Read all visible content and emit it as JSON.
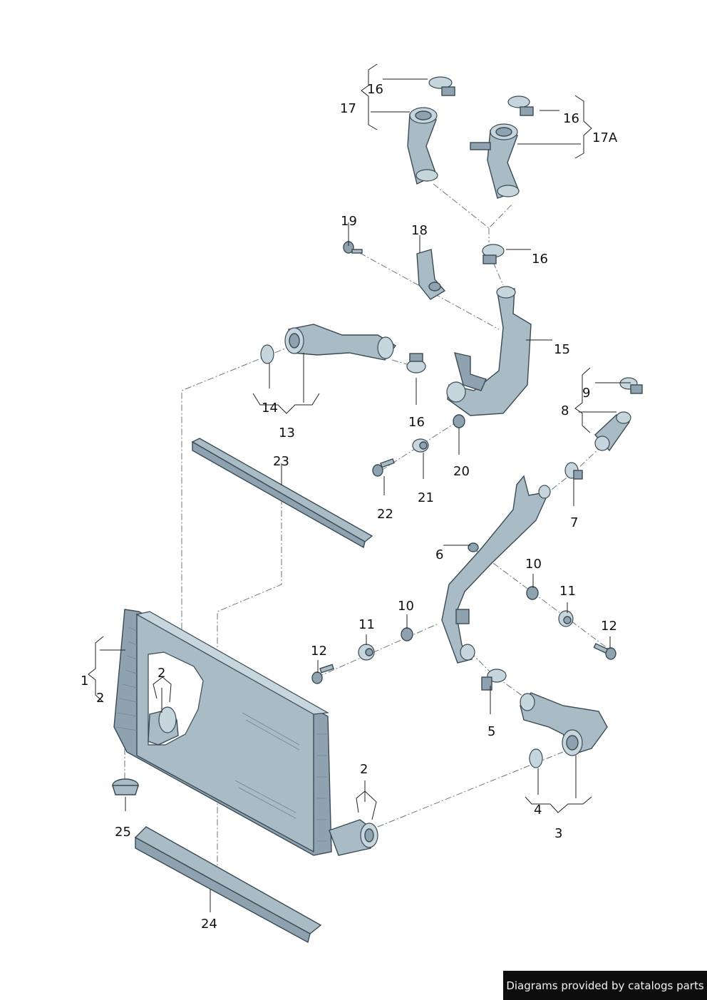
{
  "credit": "Diagrams provided by catalogs parts",
  "callouts": [
    {
      "id": "c1",
      "text": "1"
    },
    {
      "id": "c2a",
      "text": "2"
    },
    {
      "id": "c2b",
      "text": "2"
    },
    {
      "id": "c2c",
      "text": "2"
    },
    {
      "id": "c3",
      "text": "3"
    },
    {
      "id": "c4",
      "text": "4"
    },
    {
      "id": "c5",
      "text": "5"
    },
    {
      "id": "c6",
      "text": "6"
    },
    {
      "id": "c7",
      "text": "7"
    },
    {
      "id": "c8",
      "text": "8"
    },
    {
      "id": "c9",
      "text": "9"
    },
    {
      "id": "c10a",
      "text": "10"
    },
    {
      "id": "c10b",
      "text": "10"
    },
    {
      "id": "c11a",
      "text": "11"
    },
    {
      "id": "c11b",
      "text": "11"
    },
    {
      "id": "c12a",
      "text": "12"
    },
    {
      "id": "c12b",
      "text": "12"
    },
    {
      "id": "c13",
      "text": "13"
    },
    {
      "id": "c14",
      "text": "14"
    },
    {
      "id": "c15",
      "text": "15"
    },
    {
      "id": "c16a",
      "text": "16"
    },
    {
      "id": "c16b",
      "text": "16"
    },
    {
      "id": "c16c",
      "text": "16"
    },
    {
      "id": "c16d",
      "text": "16"
    },
    {
      "id": "c17",
      "text": "17"
    },
    {
      "id": "c17a",
      "text": "17A"
    },
    {
      "id": "c18",
      "text": "18"
    },
    {
      "id": "c19",
      "text": "19"
    },
    {
      "id": "c20",
      "text": "20"
    },
    {
      "id": "c21",
      "text": "21"
    },
    {
      "id": "c22",
      "text": "22"
    },
    {
      "id": "c23",
      "text": "23"
    },
    {
      "id": "c24",
      "text": "24"
    },
    {
      "id": "c25",
      "text": "25"
    }
  ]
}
